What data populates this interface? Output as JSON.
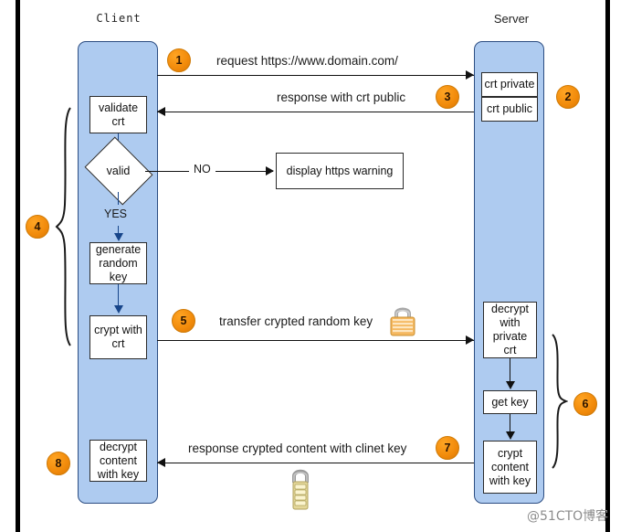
{
  "diagram": {
    "title_client": "Client",
    "title_server": "Server",
    "watermark": "@51CTO博客"
  },
  "lanes": [
    {
      "id": "client",
      "label": "Client"
    },
    {
      "id": "server",
      "label": "Server"
    }
  ],
  "client_nodes": [
    {
      "id": "validate-crt",
      "label": "validate\ncrt"
    },
    {
      "id": "valid-decision",
      "label": "valid"
    },
    {
      "id": "generate-random-key",
      "label": "generate\nrandom\nkey"
    },
    {
      "id": "crypt-with-crt",
      "label": "crypt with\ncrt"
    },
    {
      "id": "decrypt-content-with-key",
      "label": "decrypt\ncontent\nwith key"
    }
  ],
  "server_nodes": [
    {
      "id": "crt-private",
      "label": "crt private"
    },
    {
      "id": "crt-public",
      "label": "crt public"
    },
    {
      "id": "decrypt-with-private-crt",
      "label": "decrypt\nwith\nprivate\ncrt"
    },
    {
      "id": "get-key",
      "label": "get key"
    },
    {
      "id": "crypt-content-with-key",
      "label": "crypt\ncontent\nwith key"
    }
  ],
  "external_nodes": [
    {
      "id": "display-https-warning",
      "label": "display https warning"
    }
  ],
  "branch_labels": {
    "no": "NO",
    "yes": "YES"
  },
  "messages": [
    {
      "id": "msg-1",
      "step": "1",
      "label": "request https://www.domain.com/",
      "direction": "client-to-server"
    },
    {
      "id": "msg-3",
      "step": "3",
      "label": "response with crt public",
      "direction": "server-to-client"
    },
    {
      "id": "msg-5",
      "step": "5",
      "label": "transfer crypted random key",
      "direction": "client-to-server"
    },
    {
      "id": "msg-7",
      "step": "7",
      "label": "response crypted content with clinet key",
      "direction": "server-to-client"
    }
  ],
  "badges": [
    {
      "id": "badge-1",
      "step": "1"
    },
    {
      "id": "badge-2",
      "step": "2"
    },
    {
      "id": "badge-3",
      "step": "3"
    },
    {
      "id": "badge-4",
      "step": "4"
    },
    {
      "id": "badge-5",
      "step": "5"
    },
    {
      "id": "badge-6",
      "step": "6"
    },
    {
      "id": "badge-7",
      "step": "7"
    },
    {
      "id": "badge-8",
      "step": "8"
    }
  ],
  "icons": [
    {
      "id": "padlock-closed-icon",
      "name": "padlock-icon"
    },
    {
      "id": "combination-lock-icon",
      "name": "combination-padlock-icon"
    }
  ],
  "colors": {
    "lane_fill": "#aecbf0",
    "lane_border": "#2c4d82",
    "badge_orange": "#f18a0a",
    "node_fill": "#ffffff",
    "node_border": "#2b2b2b",
    "line": "#111111",
    "frame": "#000000",
    "watermark": "#8c8c8c"
  }
}
